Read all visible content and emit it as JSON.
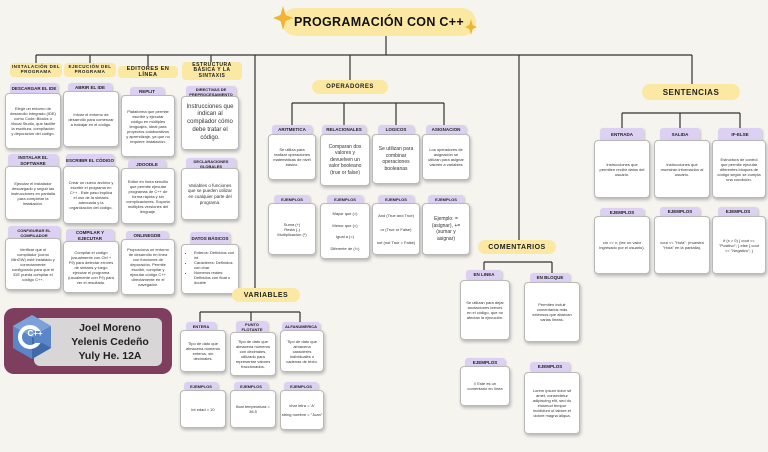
{
  "title": "PROGRAMACIÓN CON C++",
  "branches": {
    "instalacion": {
      "label": "INSTALACIÓN DEL PROGRAMA",
      "sections": [
        {
          "label": "DESCARGAR EL IDE",
          "text": "Elegir un entorno de desarrollo integrado (IDE) como Code::Blocks o Visual Studio, que facilite la escritura, compilación y depuración del código."
        },
        {
          "label": "INSTALAR EL SOFTWARE",
          "text": "Ejecutar el instalador descargado y seguir las instrucciones en pantalla para completar la instalación."
        },
        {
          "label": "CONFIGURAR EL COMPILADOR",
          "text": "Verificar que el compilador (como MinGW) esté instalado y correctamente configurado para que el IDE pueda compilar el código C++."
        }
      ]
    },
    "ejecucion": {
      "label": "EJECUCIÓN DEL PROGRAMA",
      "sections": [
        {
          "label": "ABRIR EL IDE",
          "text": "Iniciar el entorno de desarrollo para comenzar a trabajar en el código."
        },
        {
          "label": "ESCRIBIR EL CÓDIGO",
          "text": "Crear un nuevo archivo y escribir el programa en C++ . Este paso implica el uso de la sintaxis adecuada y la organización del código."
        },
        {
          "label": "COMPILAR Y EJECUTAR",
          "text": "Compilar el código (usualmente con Ctrl + F9) para detectar errores de sintaxis y luego ejecutar el programa (usualmente con F9) para ver el resultado."
        }
      ]
    },
    "editores": {
      "label": "EDITORES EN LÍNEA",
      "sections": [
        {
          "label": "REPLIT",
          "text": "Plataforma que permite escribir y ejecutar código en múltiples lenguajes, ideal para proyectos colaborativos y aprendizaje, ya que no requiere instalación."
        },
        {
          "label": "JDOODLE",
          "text": "Editor en línea sencillo que permite ejecutar programas de C++ de forma rápida y sin complicaciones. Soporta múltiples versiones del lenguaje."
        },
        {
          "label": "ONLINEGDB",
          "text": "Proporciona un entorno de desarrollo en línea con funciones de depuración. Permite escribir, compilar y ejecutar código C++ directamente en el navegador."
        }
      ]
    },
    "estructura": {
      "label": "ESTRUCTURA BÁSICA Y LA SINTAXIS",
      "sections": [
        {
          "label": "DIRECTIVAS DE PREPROCESAMIENTO",
          "text": "Instrucciones que indican al compilador cómo debe tratar el código."
        },
        {
          "label": "DECLARACIONES GLOBALES",
          "text": "Variables o funciones que se pueden utilizar en cualquier parte del programa."
        },
        {
          "label": "DATOS BÁSICOS",
          "items": [
            "Enteros: Definidos con int",
            "Caracteres: Definidos con char",
            "Números reales: Definidos con float o double"
          ]
        }
      ]
    }
  },
  "operadores": {
    "label": "OPERADORES",
    "examples_label": "EJEMPLOS",
    "columns": [
      {
        "label": "ARITMETICA",
        "desc": "Se utiliza para realizar operaciones matemáticas de nivel básico.",
        "examples": [
          "Suma (+)",
          "Resta (-)",
          "Multiplicación (*)"
        ]
      },
      {
        "label": "RELACIONALES",
        "desc": "Comparan dos valores y devuelven un valor booleano (true or false)",
        "examples": [
          "Mayor que (>)",
          "Menor que (<)",
          "Igual a (=)",
          "Diferente de (!=)"
        ]
      },
      {
        "label": "LOGICOS",
        "desc": "Se utilizan para combinar operaciones booleanas",
        "examples": [
          "And (True and True)",
          "or (True or False)",
          "not (not True = False)"
        ]
      },
      {
        "label": "ASIGNACION",
        "desc": "Los operadores de asignación se utilizan para asignar valores a variables",
        "examples": [
          "Ejemplo: = (asignar), += (sumar y asignar)"
        ]
      }
    ]
  },
  "variables": {
    "label": "VARIABLES",
    "examples_label": "EJEMPLOS",
    "columns": [
      {
        "label": "ENTERA",
        "desc": "Tipo de dato que almacena números enteros, sin decimales.",
        "examples": [
          "int edad = 10"
        ]
      },
      {
        "label": "PUNTO FLOTANTE",
        "desc": "Tipo de dato que almacena números con decimales, utilizado para representar valores fraccionados.",
        "examples": [
          "float temperatura = 36.5"
        ]
      },
      {
        "label": "ALFANUMERICA",
        "desc": "Tipo de dato que almacena caracteres individuales o cadenas de texto.",
        "examples": [
          "char letra = 'A'",
          "string nombre = \"Juan\""
        ]
      }
    ]
  },
  "comentarios": {
    "label": "COMENTARIOS",
    "examples_label": "EJEMPLOS",
    "columns": [
      {
        "label": "EN LINEA",
        "desc": "Se utilizan para dejar anotaciones breves en el código, que no afectan la ejecución.",
        "examples": [
          "// Este es un comentario en línea"
        ]
      },
      {
        "label": "EN BLOQUE",
        "desc": "Permiten incluir comentarios más extensos que abarcan varias líneas.",
        "examples": [
          "Lorem ipsum dolor sit amet, consectetur adipiscing elit, sed do eiusmod tempor incididunt ut labore et dolore magna aliqua."
        ]
      }
    ]
  },
  "sentencias": {
    "label": "SENTENCIAS",
    "examples_label": "EJEMPLOS",
    "columns": [
      {
        "label": "ENTRADA",
        "desc": "Instrucciones que permiten recibir datos del usuario.",
        "examples": [
          "cin >> x; (lee un valor ingresado por el usuario)."
        ]
      },
      {
        "label": "SALIDA",
        "desc": "Instrucciones que muestran información al usuario.",
        "examples": [
          "cout << \"Hola\"; (muestra \"Hola\" en la pantalla)."
        ]
      },
      {
        "label": "IF-ELSE",
        "desc": "Estructura de control que permite ejecutar diferentes bloques de código según se cumpla una condición.",
        "examples": [
          "if (x > 0) { cout << \"Positivo\"; } else { cout << \"Negativo\"; }"
        ]
      }
    ]
  },
  "authors": {
    "logo_text": "C++",
    "names": [
      "Joel Moreno",
      "Yelenis Cedeño",
      "Yuly He. 12A"
    ]
  },
  "colors": {
    "background": "#f6f4ef",
    "tag_purple": "#ddd1f3",
    "tag_yellow": "#fbe9a3",
    "author_box": "#7e3f5e",
    "author_inner": "#d8d6d6",
    "logo_blue": "#5a86c7"
  }
}
